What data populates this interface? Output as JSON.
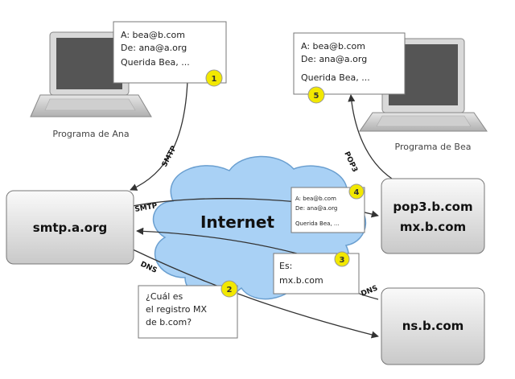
{
  "laptop_left": {
    "caption": "Programa de Ana"
  },
  "laptop_right": {
    "caption": "Programa de Bea"
  },
  "email_left": {
    "lines": [
      "A: bea@b.com",
      "De: ana@a.org",
      "Querida Bea, ..."
    ],
    "step": "1"
  },
  "email_right": {
    "lines": [
      "A: bea@b.com",
      "De: ana@a.org",
      "Querida Bea, ..."
    ],
    "step": "5"
  },
  "email_mid": {
    "lines": [
      "A: bea@b.com",
      "De: ana@a.org",
      "Querida Bea, ..."
    ],
    "step": "4"
  },
  "query_box": {
    "lines": [
      "¿Cuál es",
      "el registro MX",
      "de b.com?"
    ],
    "step": "2"
  },
  "answer_box": {
    "lines": [
      "Es:",
      "mx.b.com"
    ],
    "step": "3"
  },
  "cloud": {
    "label": "Internet"
  },
  "servers": {
    "smtp_a": {
      "label": "smtp.a.org"
    },
    "pop3_b": {
      "label_1": "pop3.b.com",
      "label_2": "mx.b.com"
    },
    "ns_b": {
      "label": "ns.b.com"
    }
  },
  "protocols": {
    "smtp_1": "SMTP",
    "smtp_2": "SMTP",
    "dns": "DNS",
    "dns_2": "DNS",
    "pop3": "POP3"
  },
  "colors": {
    "cloud_fill": "#a9d1f5",
    "cloud_stroke": "#6a9fd0",
    "badge_fill": "#f2e800",
    "laptop_screen": "#555555"
  }
}
